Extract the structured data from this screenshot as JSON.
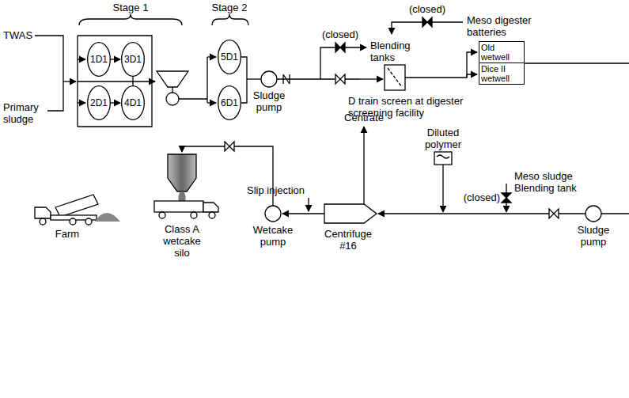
{
  "diagram": {
    "nodes": [
      {
        "text": [
          "1D1"
        ]
      },
      {
        "text": [
          "2D1"
        ]
      },
      {
        "text": [
          "3D1"
        ]
      },
      {
        "text": [
          "4D1"
        ]
      },
      {
        "text": [
          "5D1"
        ]
      },
      {
        "text": [
          "6D1"
        ]
      },
      {
        "text": [
          "Old wetwell"
        ]
      },
      {
        "text": [
          "Dice II wetwell"
        ]
      }
    ],
    "edges": [
      {
        "from": 0,
        "to": 2,
        "arrow": "to"
      },
      {
        "from": 1,
        "to": 3,
        "arrow": "to"
      }
    ],
    "labels": [
      "Stage 1",
      "Stage 2",
      "TWAS",
      "Primary sludge",
      "(closed)",
      "Meso digester batteries",
      "(closed)",
      "Blending tanks",
      "Sludge pump",
      "D train screen at digester screening facility",
      "Diluted polymer",
      "Centrate",
      "Meso sludge Blending tank",
      "(closed)",
      "Slip injection",
      "Farm",
      "Class A wetcake silo",
      "Wetcake pump",
      "Centrifuge #16",
      "Sludge pump"
    ]
  }
}
